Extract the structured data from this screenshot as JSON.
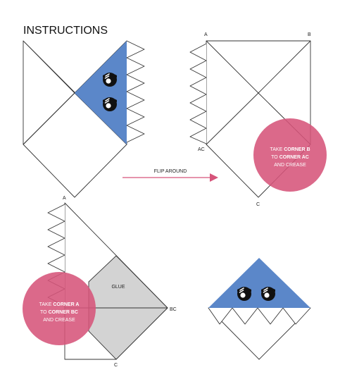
{
  "title": "INSTRUCTIONS",
  "colors": {
    "blue": "#5b87c9",
    "pink": "#d6547a",
    "glue_gray": "#d3d3d3",
    "line": "#333333",
    "eye": "#111111"
  },
  "step2": {
    "label_a": "A",
    "label_b": "B",
    "label_ac": "AC",
    "label_c": "C",
    "instruction": {
      "l1a": "TAKE ",
      "l1b": "CORNER B",
      "l2a": "TO ",
      "l2b": "CORNER AC",
      "l3": "AND CREASE"
    }
  },
  "flip": {
    "label": "FLIP AROUND"
  },
  "step3": {
    "label_a": "A",
    "label_bc": "BC",
    "label_c": "C",
    "glue": "GLUE",
    "instruction": {
      "l1a": "TAKE ",
      "l1b": "CORNER A",
      "l2a": "TO ",
      "l2b": "CORNER BC",
      "l3": "AND CREASE"
    }
  }
}
